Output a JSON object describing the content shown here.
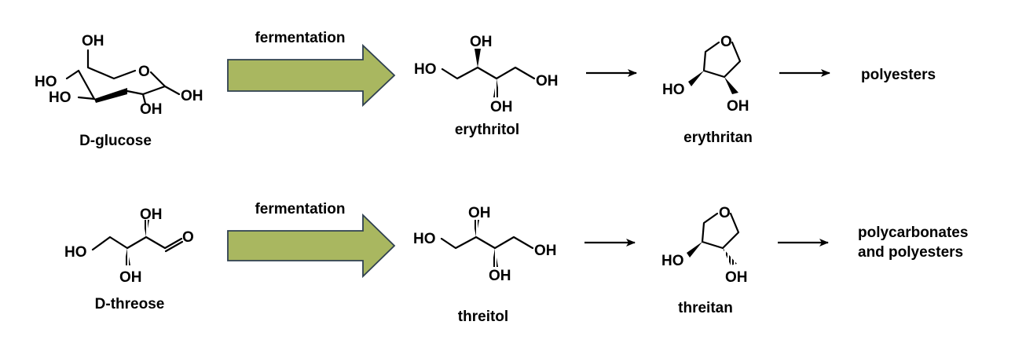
{
  "colors": {
    "fat_arrow_fill": "#a9b760",
    "fat_arrow_stroke": "#2f4050",
    "ink": "#000000"
  },
  "row1": {
    "start_compound": {
      "name": "D-glucose",
      "atoms": {
        "oh_top": "OH",
        "ho_left": "HO",
        "ho_lower": "HO",
        "ring_o": "O",
        "oh_bottom": "OH",
        "oh_right": "OH"
      }
    },
    "process_label": "fermentation",
    "intermediate": {
      "name": "erythritol",
      "atoms": {
        "ho_left": "HO",
        "oh_top": "OH",
        "oh_right": "OH",
        "oh_bottom": "OH"
      }
    },
    "anhydride": {
      "name": "erythritan",
      "atoms": {
        "ring_o": "O",
        "ho_left": "HO",
        "oh_bottom": "OH"
      }
    },
    "product_lines": [
      "polyesters"
    ]
  },
  "row2": {
    "start_compound": {
      "name": "D-threose",
      "atoms": {
        "oh_top": "OH",
        "ho_left": "HO",
        "aldehyde_o": "O",
        "oh_bottom": "OH"
      }
    },
    "process_label": "fermentation",
    "intermediate": {
      "name": "threitol",
      "atoms": {
        "ho_left": "HO",
        "oh_top": "OH",
        "oh_right": "OH",
        "oh_bottom": "OH"
      }
    },
    "anhydride": {
      "name": "threitan",
      "atoms": {
        "ring_o": "O",
        "ho_left": "HO",
        "oh_bottom": "OH"
      }
    },
    "product_lines": [
      "polycarbonates",
      "and polyesters"
    ]
  }
}
